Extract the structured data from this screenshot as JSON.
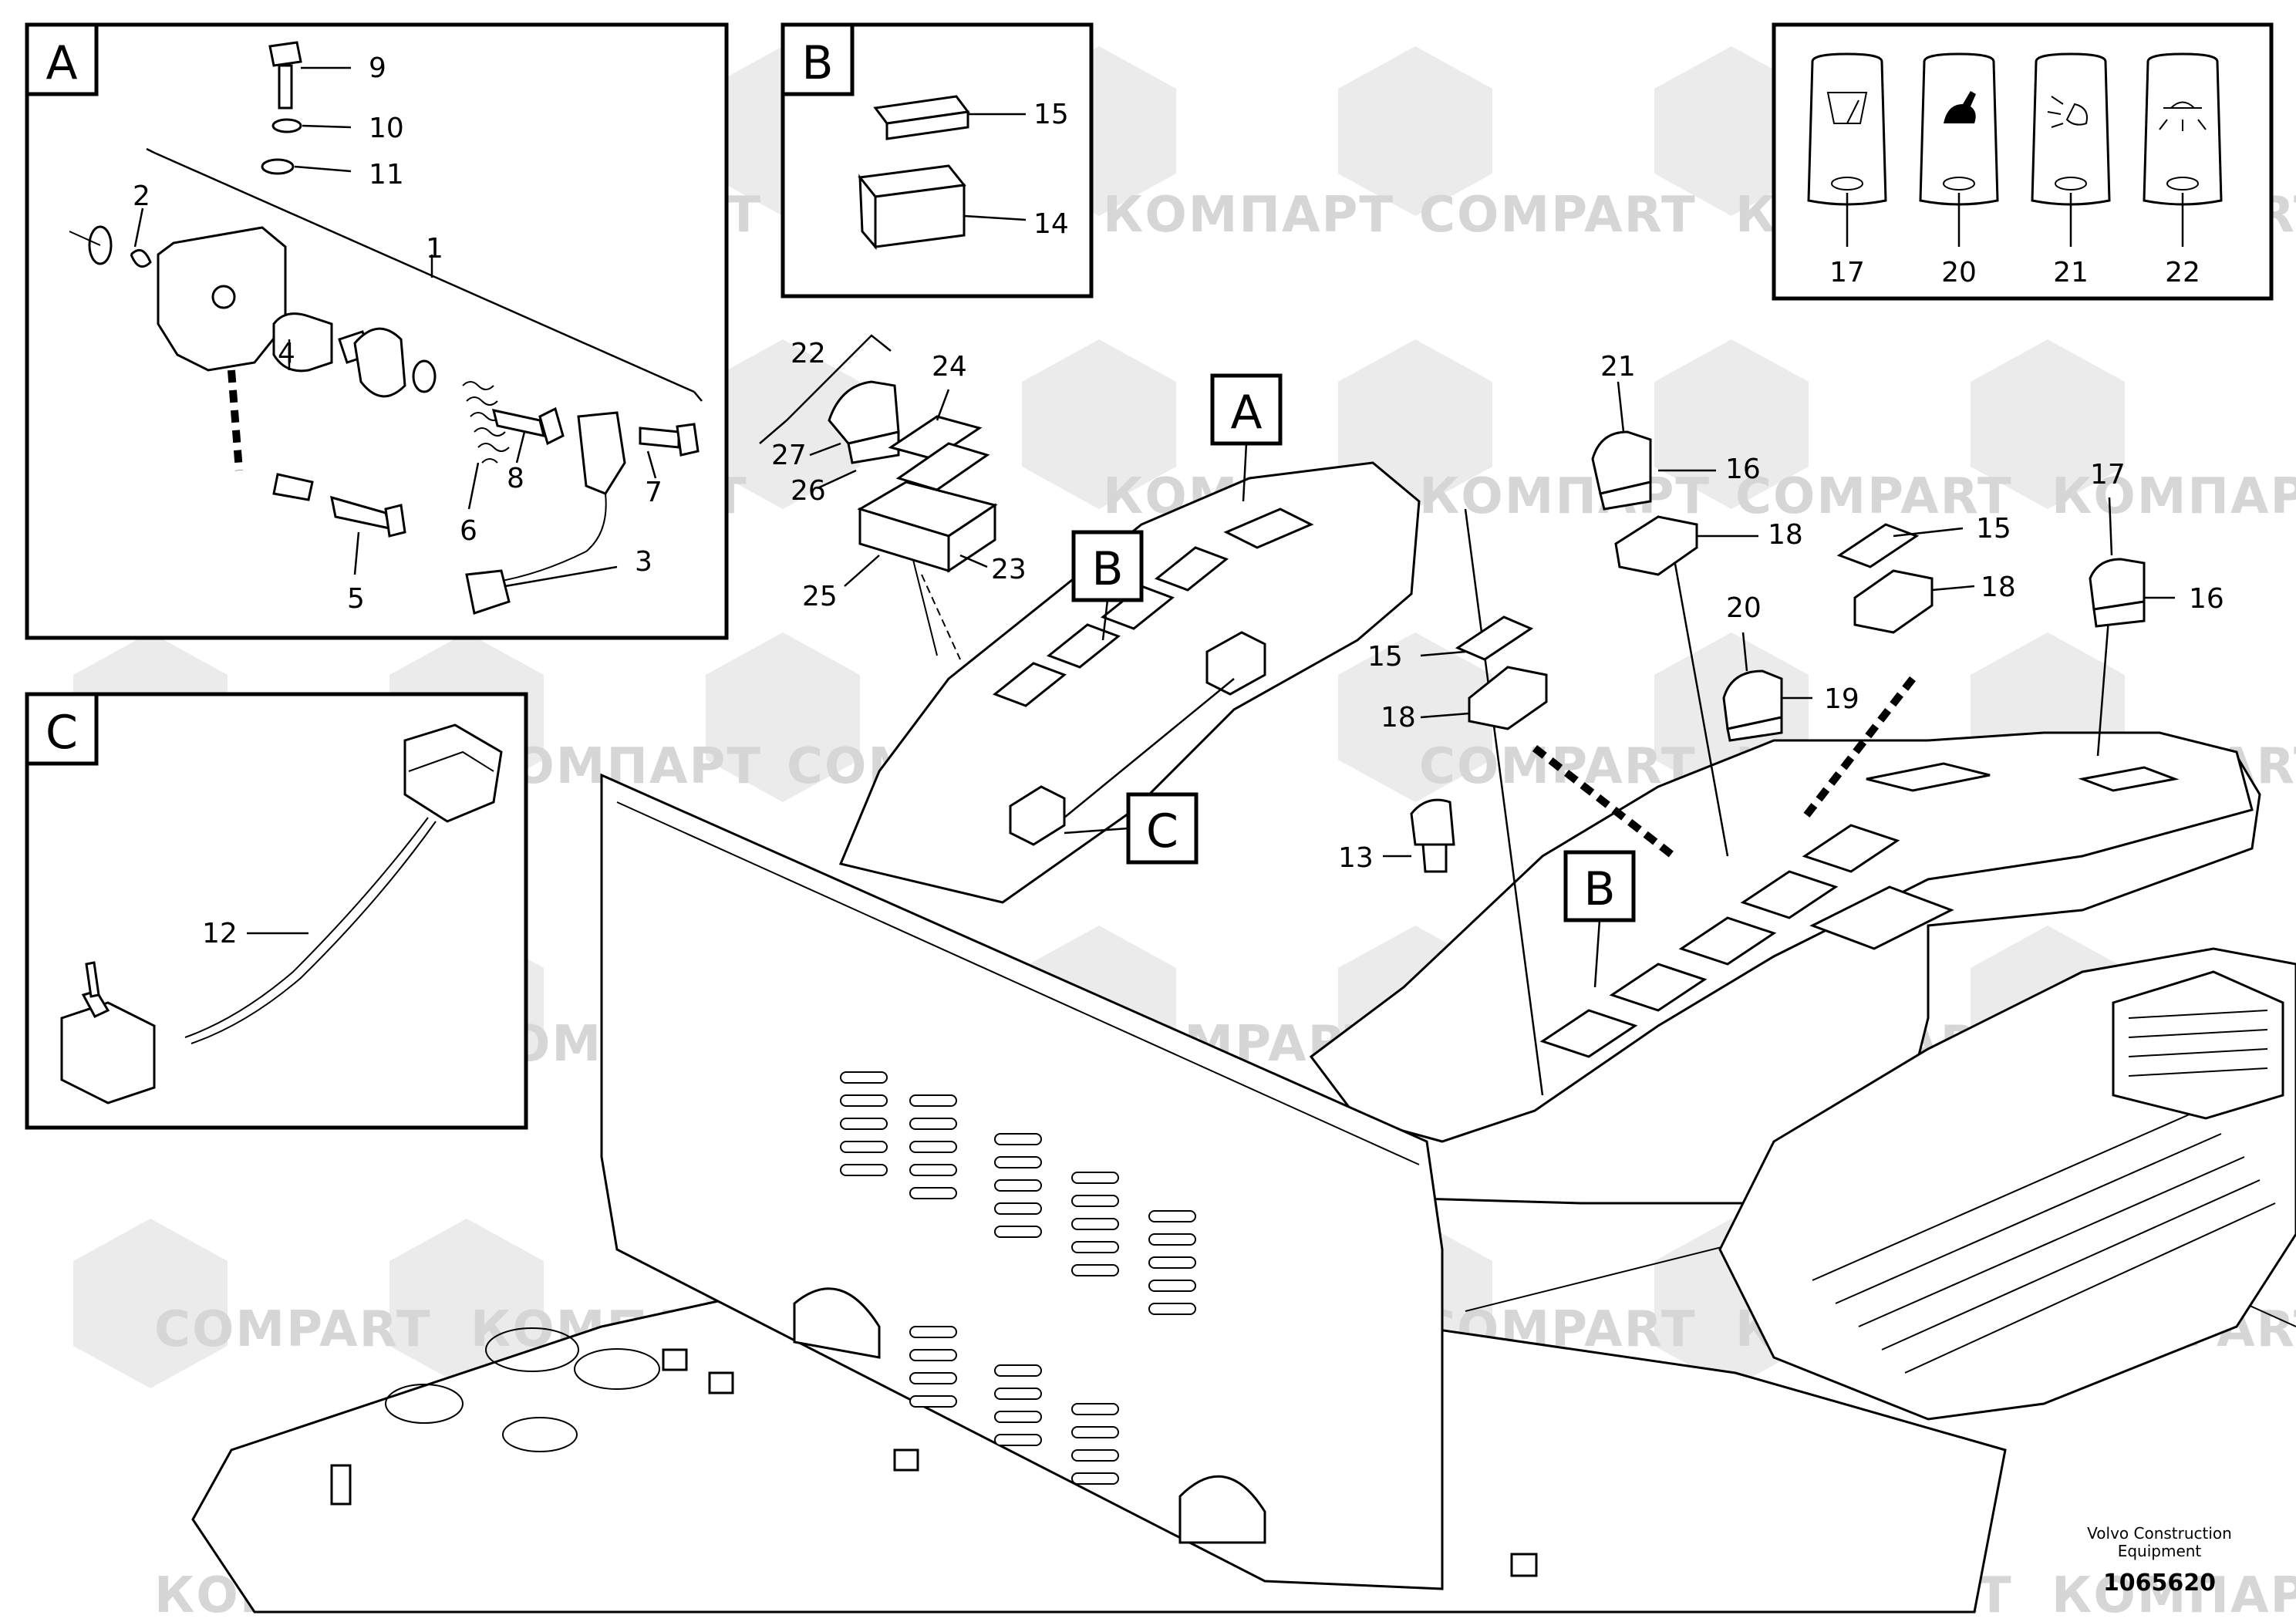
{
  "watermarks": {
    "latin": "COMPART",
    "cyrillic": "КОМПАРТ"
  },
  "detail_boxes": [
    {
      "id": "A",
      "label": "A"
    },
    {
      "id": "B",
      "label": "B"
    },
    {
      "id": "C",
      "label": "C"
    }
  ],
  "location_labels": [
    "A",
    "B",
    "C",
    "B"
  ],
  "detail_a_callouts": [
    "9",
    "10",
    "11",
    "2",
    "1",
    "4",
    "8",
    "7",
    "6",
    "3",
    "5"
  ],
  "detail_b_callouts": [
    "15",
    "14"
  ],
  "detail_c_callouts": [
    "12"
  ],
  "switch_panel_callouts": [
    "17",
    "20",
    "21",
    "22"
  ],
  "switch_symbols": [
    "wiper-symbol",
    "rabbit-symbol",
    "work-light-symbol",
    "cab-light-symbol"
  ],
  "main_callouts": [
    "22",
    "24",
    "27",
    "26",
    "25",
    "23",
    "21",
    "16",
    "18",
    "15",
    "18",
    "17",
    "16",
    "15",
    "18",
    "20",
    "19",
    "13"
  ],
  "brand": {
    "line1": "Volvo Construction",
    "line2": "Equipment",
    "doc_number": "1065620"
  }
}
